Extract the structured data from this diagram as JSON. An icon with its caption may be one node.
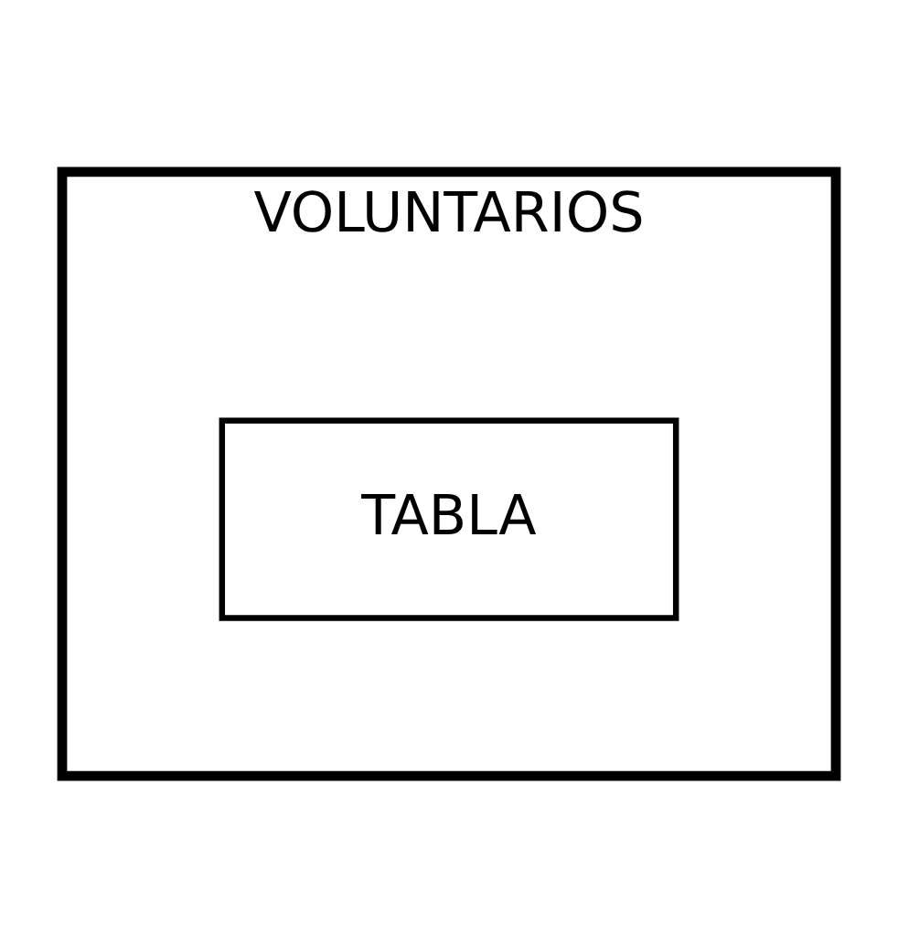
{
  "diagram": {
    "nodes": [
      {
        "text": [
          "VOLUNTARIOS"
        ]
      },
      {
        "text": [
          "TABLA"
        ],
        "in": 0
      }
    ]
  }
}
